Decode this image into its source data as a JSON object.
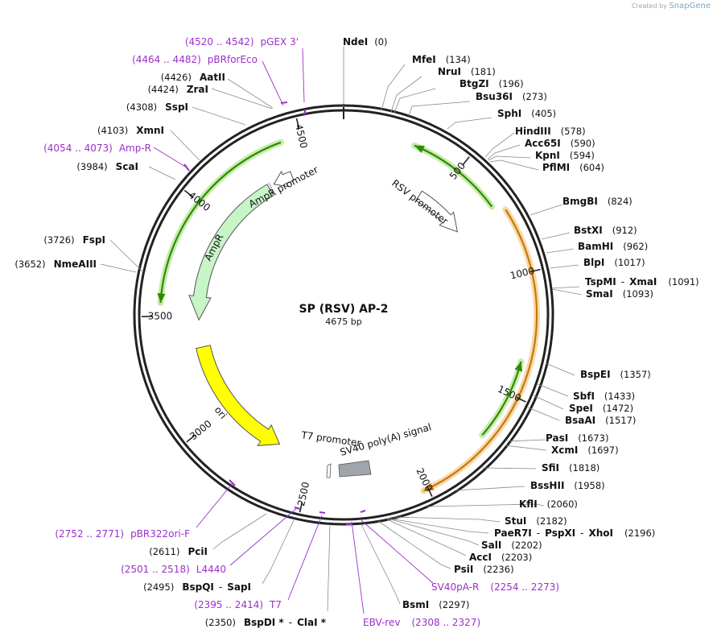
{
  "watermark": {
    "created_by": "Created by",
    "brand": "SnapGene"
  },
  "plasmid": {
    "name": "SP (RSV) AP-2",
    "length_label": "4675 bp",
    "length": 4675
  },
  "ticks": [
    "500",
    "1000",
    "1500",
    "2000",
    "2500",
    "3000",
    "3500",
    "4000",
    "4500"
  ],
  "features": {
    "rsv": "RSV promoter",
    "ampr_promoter": "AmpR promoter",
    "ampr": "AmpR",
    "ori": "ori",
    "t7": "T7 promoter",
    "sv40": "SV40 poly(A) signal"
  },
  "sites": [
    {
      "name": "NdeI",
      "pos": "(0)",
      "bp": 0
    },
    {
      "name": "MfeI",
      "pos": "(134)",
      "bp": 134
    },
    {
      "name": "NruI",
      "pos": "(181)",
      "bp": 181
    },
    {
      "name": "BtgZI",
      "pos": "(196)",
      "bp": 196
    },
    {
      "name": "Bsu36I",
      "pos": "(273)",
      "bp": 273
    },
    {
      "name": "SphI",
      "pos": "(405)",
      "bp": 405
    },
    {
      "name": "HindIII",
      "pos": "(578)",
      "bp": 578
    },
    {
      "name": "Acc65I",
      "pos": "(590)",
      "bp": 590
    },
    {
      "name": "KpnI",
      "pos": "(594)",
      "bp": 594
    },
    {
      "name": "PflMI",
      "pos": "(604)",
      "bp": 604
    },
    {
      "name": "BmgBI",
      "pos": "(824)",
      "bp": 824
    },
    {
      "name": "BstXI",
      "pos": "(912)",
      "bp": 912
    },
    {
      "name": "BamHI",
      "pos": "(962)",
      "bp": 962
    },
    {
      "name": "BlpI",
      "pos": "(1017)",
      "bp": 1017
    },
    {
      "name": "TspMI",
      "name2": "XmaI",
      "pos": "(1091)",
      "bp": 1091
    },
    {
      "name": "SmaI",
      "pos": "(1093)",
      "bp": 1093
    },
    {
      "name": "BspEI",
      "pos": "(1357)",
      "bp": 1357
    },
    {
      "name": "SbfI",
      "pos": "(1433)",
      "bp": 1433
    },
    {
      "name": "SpeI",
      "pos": "(1472)",
      "bp": 1472
    },
    {
      "name": "BsaAI",
      "pos": "(1517)",
      "bp": 1517
    },
    {
      "name": "PasI",
      "pos": "(1673)",
      "bp": 1673
    },
    {
      "name": "XcmI",
      "pos": "(1697)",
      "bp": 1697
    },
    {
      "name": "SfiI",
      "pos": "(1818)",
      "bp": 1818
    },
    {
      "name": "BssHII",
      "pos": "(1958)",
      "bp": 1958
    },
    {
      "name": "KflI",
      "pos": "(2060)",
      "bp": 2060
    },
    {
      "name": "StuI",
      "pos": "(2182)",
      "bp": 2182
    },
    {
      "name": "PaeR7I",
      "name2": "PspXI",
      "name3": "XhoI",
      "pos": "(2196)",
      "bp": 2196
    },
    {
      "name": "SalI",
      "pos": "(2202)",
      "bp": 2202
    },
    {
      "name": "AccI",
      "pos": "(2203)",
      "bp": 2203
    },
    {
      "name": "PsiI",
      "pos": "(2236)",
      "bp": 2236
    },
    {
      "name": "BsmI",
      "pos": "(2297)",
      "bp": 2297
    },
    {
      "name": "BspDI *",
      "name2": "ClaI *",
      "pos": "(2350)",
      "bp": 2350
    },
    {
      "name": "BspQI",
      "name2": "SapI",
      "pos": "(2495)",
      "bp": 2495
    },
    {
      "name": "PciI",
      "pos": "(2611)",
      "bp": 2611
    },
    {
      "name": "FspI",
      "pos": "(3726)",
      "bp": 3726
    },
    {
      "name": "NmeAIII",
      "pos": "(3652)",
      "bp": 3652
    },
    {
      "name": "ScaI",
      "pos": "(3984)",
      "bp": 3984
    },
    {
      "name": "XmnI",
      "pos": "(4103)",
      "bp": 4103
    },
    {
      "name": "SspI",
      "pos": "(4308)",
      "bp": 4308
    },
    {
      "name": "ZraI",
      "pos": "(4424)",
      "bp": 4424
    },
    {
      "name": "AatII",
      "pos": "(4426)",
      "bp": 4426
    }
  ],
  "primers": [
    {
      "name": "pGEX 3'",
      "range": "(4520 .. 4542)"
    },
    {
      "name": "pBRforEco",
      "range": "(4464 .. 4482)"
    },
    {
      "name": "Amp-R",
      "range": "(4054 .. 4073)"
    },
    {
      "name": "pBR322ori-F",
      "range": "(2752 .. 2771)"
    },
    {
      "name": "L4440",
      "range": "(2501 .. 2518)"
    },
    {
      "name": "T7",
      "range": "(2395 .. 2414)"
    },
    {
      "name": "EBV-rev",
      "range": "(2308 .. 2327)"
    },
    {
      "name": "SV40pA-R",
      "range": "(2254 .. 2273)"
    }
  ],
  "colors": {
    "backbone": "#222222",
    "green_arrow": "#2e8b00",
    "green_glow": "#c8ecb0",
    "orange_arrow": "#c07a10",
    "orange_glow": "#fbd9a8",
    "ampr_fill": "#c8f5c8",
    "ori_fill": "#ffff00",
    "sv40_fill": "#a0a4ab",
    "primer": "#9b30c8"
  }
}
